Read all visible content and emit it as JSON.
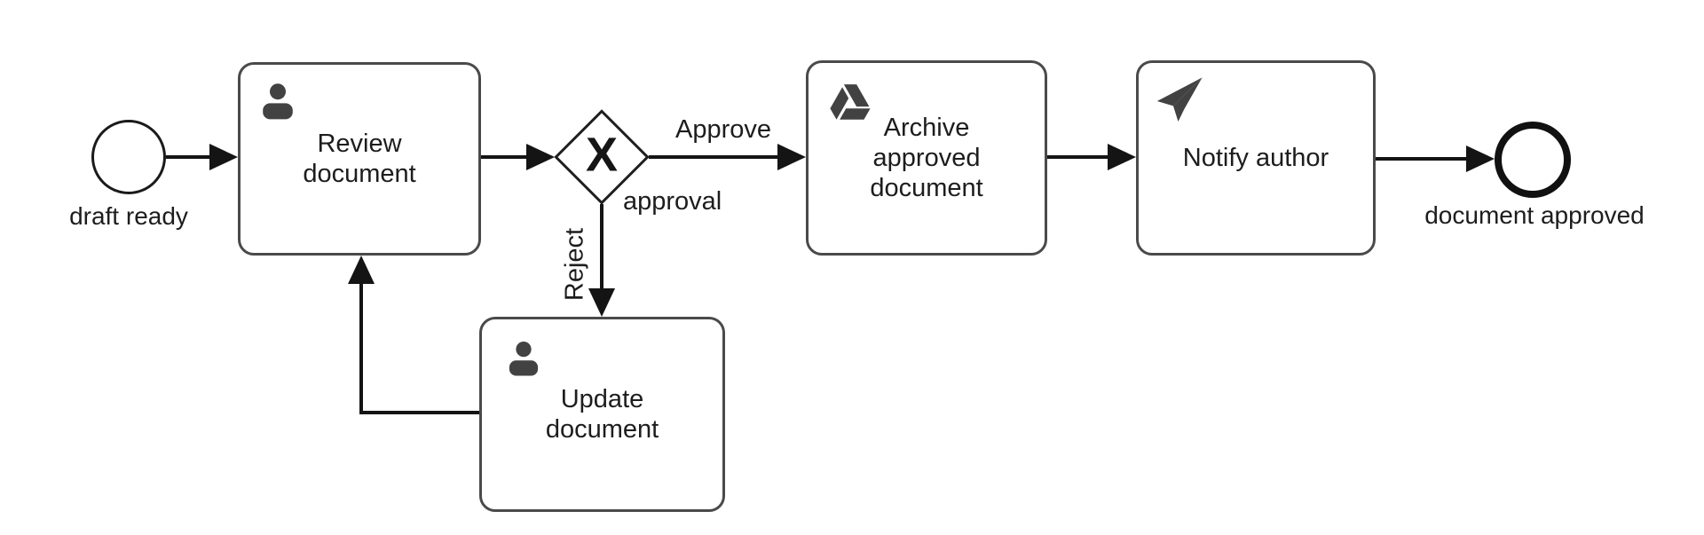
{
  "diagram": {
    "type": "bpmn-process",
    "background": "#ffffff",
    "colors": {
      "flow_line": "#141414",
      "task_border": "#4a4a4a",
      "text": "#1d1d1d",
      "icon": "#424242"
    },
    "start_event": {
      "label": "draft ready"
    },
    "end_event": {
      "label": "document approved"
    },
    "tasks": [
      {
        "id": "review",
        "label": "Review document",
        "icon": "user-icon",
        "kind": "user-task"
      },
      {
        "id": "update",
        "label": "Update document",
        "icon": "user-icon",
        "kind": "user-task"
      },
      {
        "id": "archive",
        "label": "Archive approved document",
        "icon": "google-drive-icon",
        "kind": "service-task"
      },
      {
        "id": "notify",
        "label": "Notify author",
        "icon": "paper-plane-icon",
        "kind": "send-task"
      }
    ],
    "gateway": {
      "label": "approval",
      "marker": "X",
      "kind": "exclusive-gateway"
    },
    "flow_labels": {
      "approve": "Approve",
      "reject": "Reject"
    }
  }
}
